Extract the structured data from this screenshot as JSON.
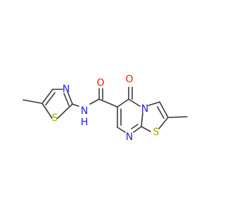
{
  "colors": {
    "carbon_bond": "#3a3a3a",
    "nitrogen": "#2222ee",
    "sulfur": "#a8a800",
    "oxygen": "#ee2200",
    "background": "#ffffff"
  },
  "atoms": [
    {
      "id": "s_left",
      "label": "S",
      "element": "sulfur"
    },
    {
      "id": "n_left",
      "label": "N",
      "element": "nitrogen"
    },
    {
      "id": "nh_n",
      "label": "N",
      "element": "nitrogen"
    },
    {
      "id": "nh_h",
      "label": "H",
      "element": "nitrogen"
    },
    {
      "id": "o",
      "label": "O",
      "element": "oxygen"
    },
    {
      "id": "n_top",
      "label": "O",
      "element": "oxygen"
    },
    {
      "id": "n_ring",
      "label": "N",
      "element": "nitrogen"
    },
    {
      "id": "n_bottom",
      "label": "N",
      "element": "nitrogen"
    },
    {
      "id": "s_right",
      "label": "S",
      "element": "sulfur"
    }
  ]
}
